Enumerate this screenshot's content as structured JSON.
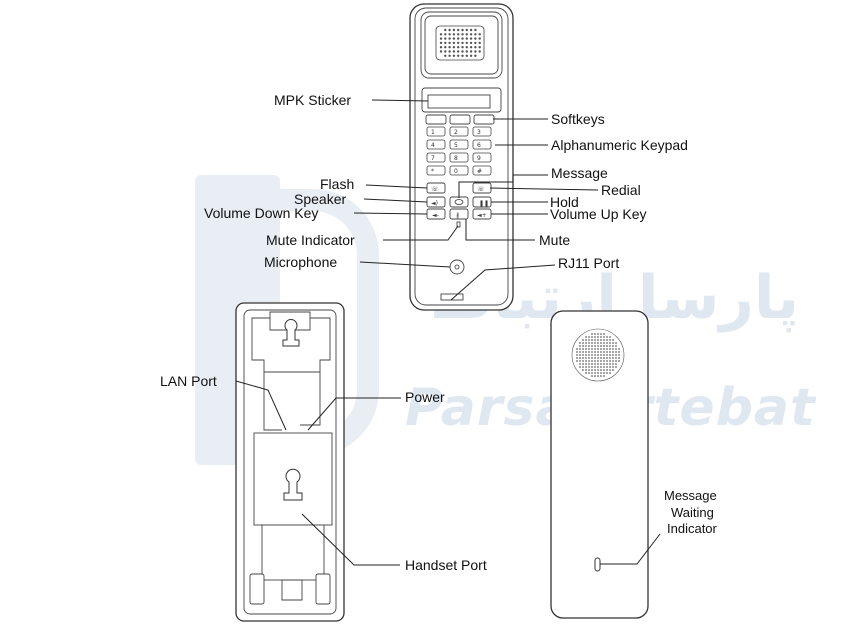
{
  "watermark": {
    "latin": "Parsa ertebat",
    "arabic": "پارسا ارتباط",
    "color": "#dfe7f0"
  },
  "labels": {
    "mpk_sticker": "MPK Sticker",
    "softkeys": "Softkeys",
    "alphanumeric_keypad": "Alphanumeric Keypad",
    "message": "Message",
    "flash": "Flash",
    "redial": "Redial",
    "speaker": "Speaker",
    "hold": "Hold",
    "volume_down_key": "Volume Down Key",
    "volume_up_key": "Volume Up Key",
    "mute_indicator": "Mute Indicator",
    "mute": "Mute",
    "microphone": "Microphone",
    "rj11_port": "RJ11 Port",
    "lan_port": "LAN Port",
    "power": "Power",
    "handset_port": "Handset Port",
    "message_waiting_line1": "Message",
    "message_waiting_line2": "Waiting",
    "message_waiting_line3": "Indicator"
  },
  "keypad": {
    "keys": [
      "1",
      "2",
      "3",
      "4",
      "5",
      "6",
      "7",
      "8",
      "9",
      "*",
      "0",
      "#"
    ]
  }
}
